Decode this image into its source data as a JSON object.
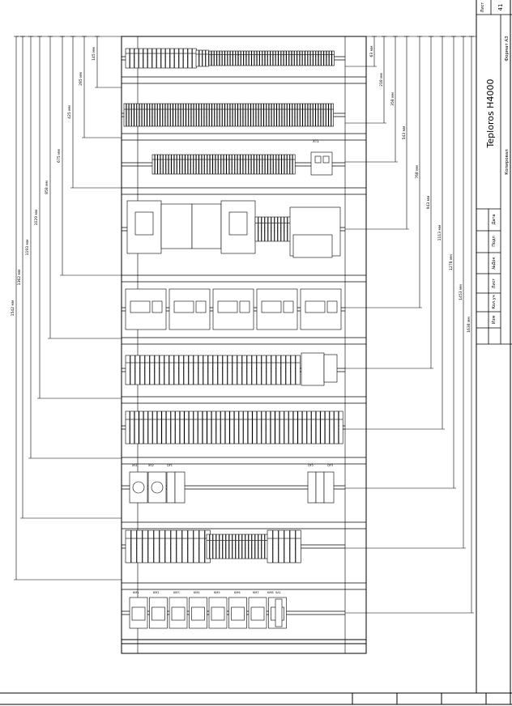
{
  "sheet": {
    "label_list": "Лист",
    "sheet_number": "41",
    "format_label": "Формат А3",
    "drawing_title": "Teploros H4000",
    "copied_label": "Копировал",
    "col_izm": "Изм",
    "col_kol": "Кол.уч",
    "col_list": "Лист",
    "col_ndok": "№Док",
    "col_podp": "Подп",
    "col_data": "Дата"
  },
  "dims_left": [
    {
      "label": "145 мм"
    },
    {
      "label": "285 мм"
    },
    {
      "label": "425 мм"
    },
    {
      "label": "675 мм"
    },
    {
      "label": "858 мм"
    },
    {
      "label": "1029 мм"
    },
    {
      "label": "1193 мм"
    },
    {
      "label": "1362 мм"
    },
    {
      "label": "1542 мм"
    }
  ],
  "dims_right": [
    {
      "label": "63 мм"
    },
    {
      "label": "218 мм"
    },
    {
      "label": "358 мм"
    },
    {
      "label": "543 мм"
    },
    {
      "label": "768 мм"
    },
    {
      "label": "943 мм"
    },
    {
      "label": "1113 мм"
    },
    {
      "label": "1278 мм"
    },
    {
      "label": "1453 мм"
    },
    {
      "label": "1638 мм"
    }
  ],
  "module_labels": {
    "row1_tag": "ХТ1",
    "row8_tags": [
      "XS1",
      "XS2",
      "QF1",
      "QF2",
      "QF3"
    ],
    "row10_tags": [
      "KM1",
      "KM2",
      "KM3",
      "KM4",
      "KM5",
      "KM6",
      "KM7",
      "KM8",
      "SA1"
    ]
  },
  "colors": {
    "line": "#000000",
    "paper": "#ffffff"
  }
}
